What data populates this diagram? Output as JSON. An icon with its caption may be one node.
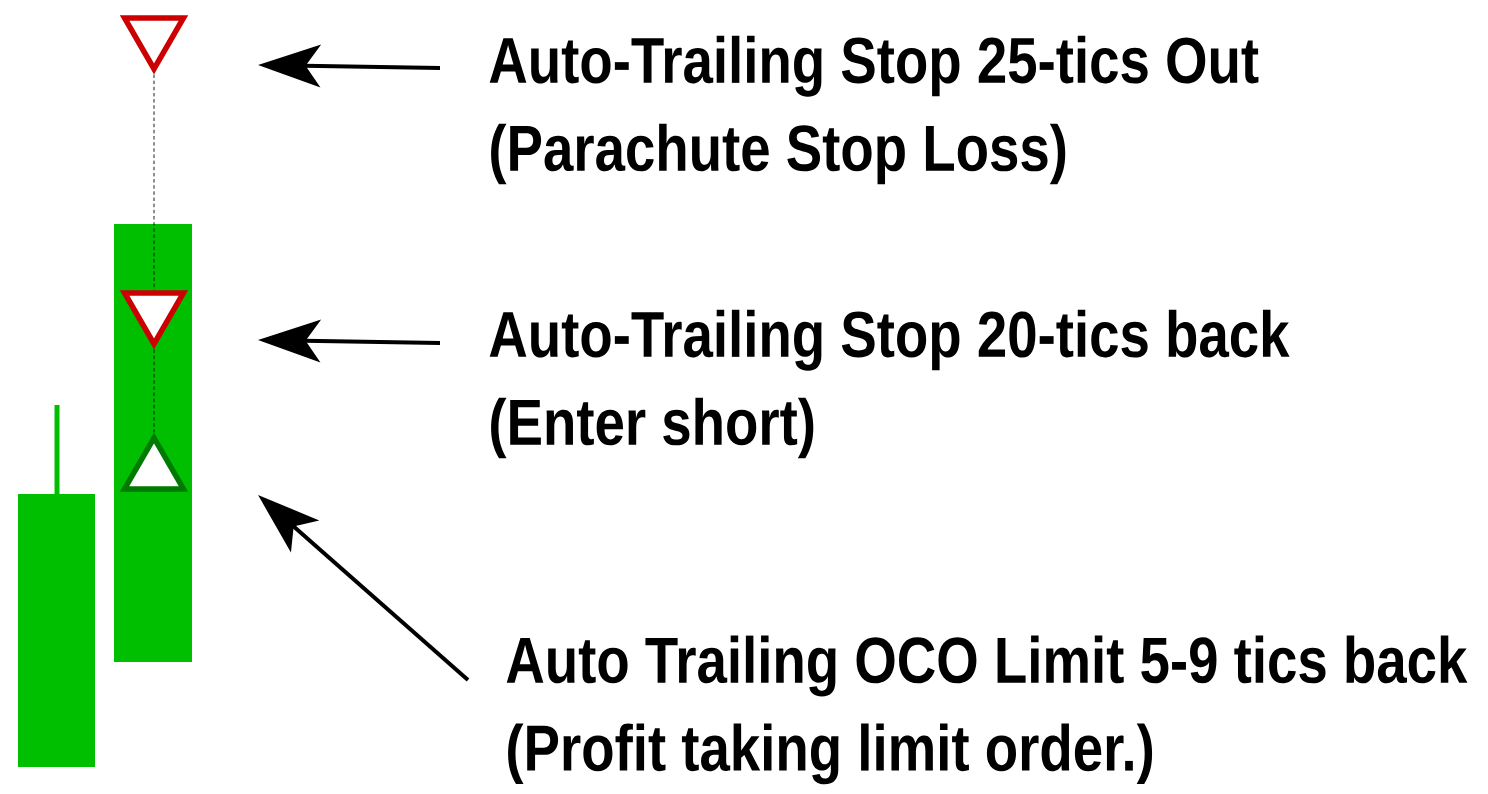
{
  "diagram": {
    "nodes": [
      {
        "text": [
          "Auto-Trailing Stop 25-tics Out",
          "(Parachute Stop Loss)"
        ]
      },
      {
        "text": [
          "Auto-Trailing Stop 20-tics back",
          "(Enter short)"
        ]
      },
      {
        "text": [
          "Auto Trailing OCO Limit 5-9 tics back",
          "(Profit taking limit order.)"
        ]
      },
      {
        "text": [],
        "shape": "triangle"
      },
      {
        "text": [],
        "shape": "triangle"
      },
      {
        "text": [],
        "shape": "triangle"
      }
    ],
    "edges": [
      {
        "from": 0,
        "to": null,
        "arrow": "to"
      },
      {
        "from": 1,
        "to": null,
        "arrow": "to"
      },
      {
        "from": 2,
        "to": null,
        "arrow": "to"
      },
      {
        "from": 3,
        "to": 4,
        "arrow": "none",
        "style": "dashed"
      },
      {
        "from": 4,
        "to": 5,
        "arrow": "none",
        "style": "dashed"
      }
    ]
  }
}
